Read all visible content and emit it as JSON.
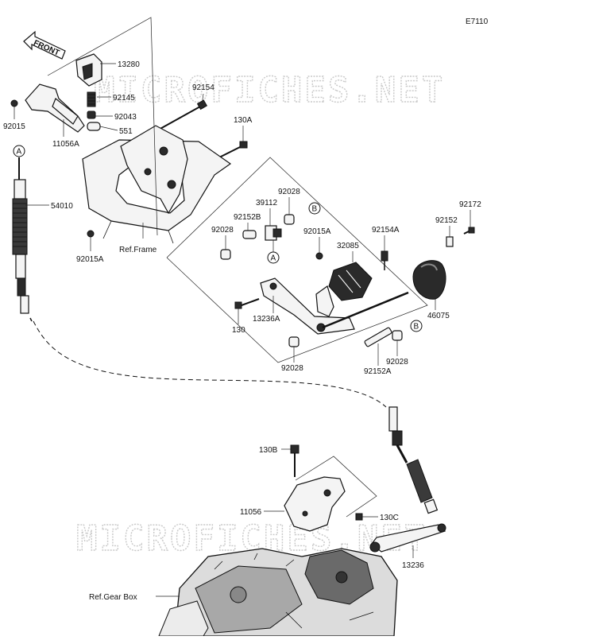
{
  "diagram_code": "E7110",
  "front_arrow": "FRONT",
  "watermark": "MICROFICHES.NET",
  "callouts": {
    "p13280": "13280",
    "p92154": "92154",
    "p92145": "92145",
    "p92043": "92043",
    "p551": "551",
    "p92015": "92015",
    "p11056A": "11056A",
    "p130A": "130A",
    "p54010": "54010",
    "p92015A_left": "92015A",
    "ref_frame": "Ref.Frame",
    "p92028_top": "92028",
    "p39112": "39112",
    "p92152B": "92152B",
    "p92028_left": "92028",
    "p92015A_mid": "92015A",
    "p92154A": "92154A",
    "p32085": "32085",
    "p92172": "92172",
    "p92152": "92152",
    "p46075": "46075",
    "p130": "130",
    "p13236A": "13236A",
    "p92028_bottom": "92028",
    "p92028_right": "92028",
    "p92152A": "92152A",
    "p130B": "130B",
    "p11056": "11056",
    "p130C": "130C",
    "p13236": "13236",
    "ref_gearbox": "Ref.Gear Box"
  },
  "markers": {
    "a_top": "A",
    "a_mid": "A",
    "b_top": "B",
    "b_right": "B"
  }
}
